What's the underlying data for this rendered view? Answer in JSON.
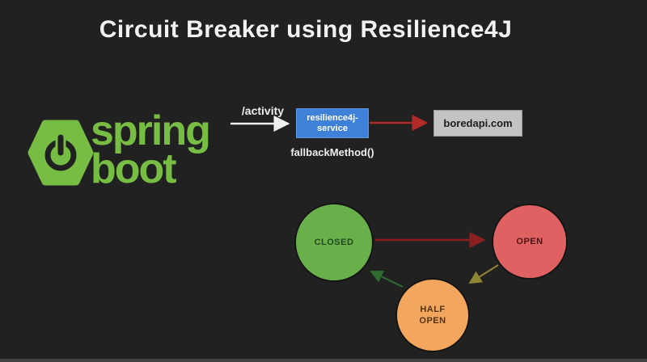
{
  "slide": {
    "title": "Circuit Breaker using Resilience4J",
    "background_color": "#212121"
  },
  "logo": {
    "word1": "spring",
    "word2": "boot",
    "color": "#77bc43"
  },
  "flow": {
    "endpoint_label": "/activity",
    "service_box": {
      "line1": "resilience4j-",
      "line2": "service",
      "bg_color": "#3f80d8",
      "text_color": "#ffffff"
    },
    "api_box": {
      "label": "boredapi.com",
      "bg_color": "#c3c3c3",
      "text_color": "#1d1d1d"
    },
    "fallback_label": "fallbackMethod()",
    "request_arrow_color": "#f0f0f0",
    "call_arrow_color": "#b02a2a"
  },
  "state_diagram": {
    "states": [
      {
        "id": "closed",
        "label": "CLOSED",
        "fill": "#69b04b",
        "text_color": "#1e4a1e"
      },
      {
        "id": "open",
        "label": "OPEN",
        "fill": "#e06161",
        "text_color": "#4a1414"
      },
      {
        "id": "half_open",
        "label": "HALF\nOPEN",
        "fill": "#f3a75e",
        "text_color": "#553311"
      }
    ],
    "transitions": [
      {
        "from": "CLOSED",
        "to": "OPEN",
        "color": "#8b1f1f"
      },
      {
        "from": "OPEN",
        "to": "HALF OPEN",
        "color": "#8f8430"
      },
      {
        "from": "HALF OPEN",
        "to": "CLOSED",
        "color": "#2f6b2f"
      }
    ]
  }
}
